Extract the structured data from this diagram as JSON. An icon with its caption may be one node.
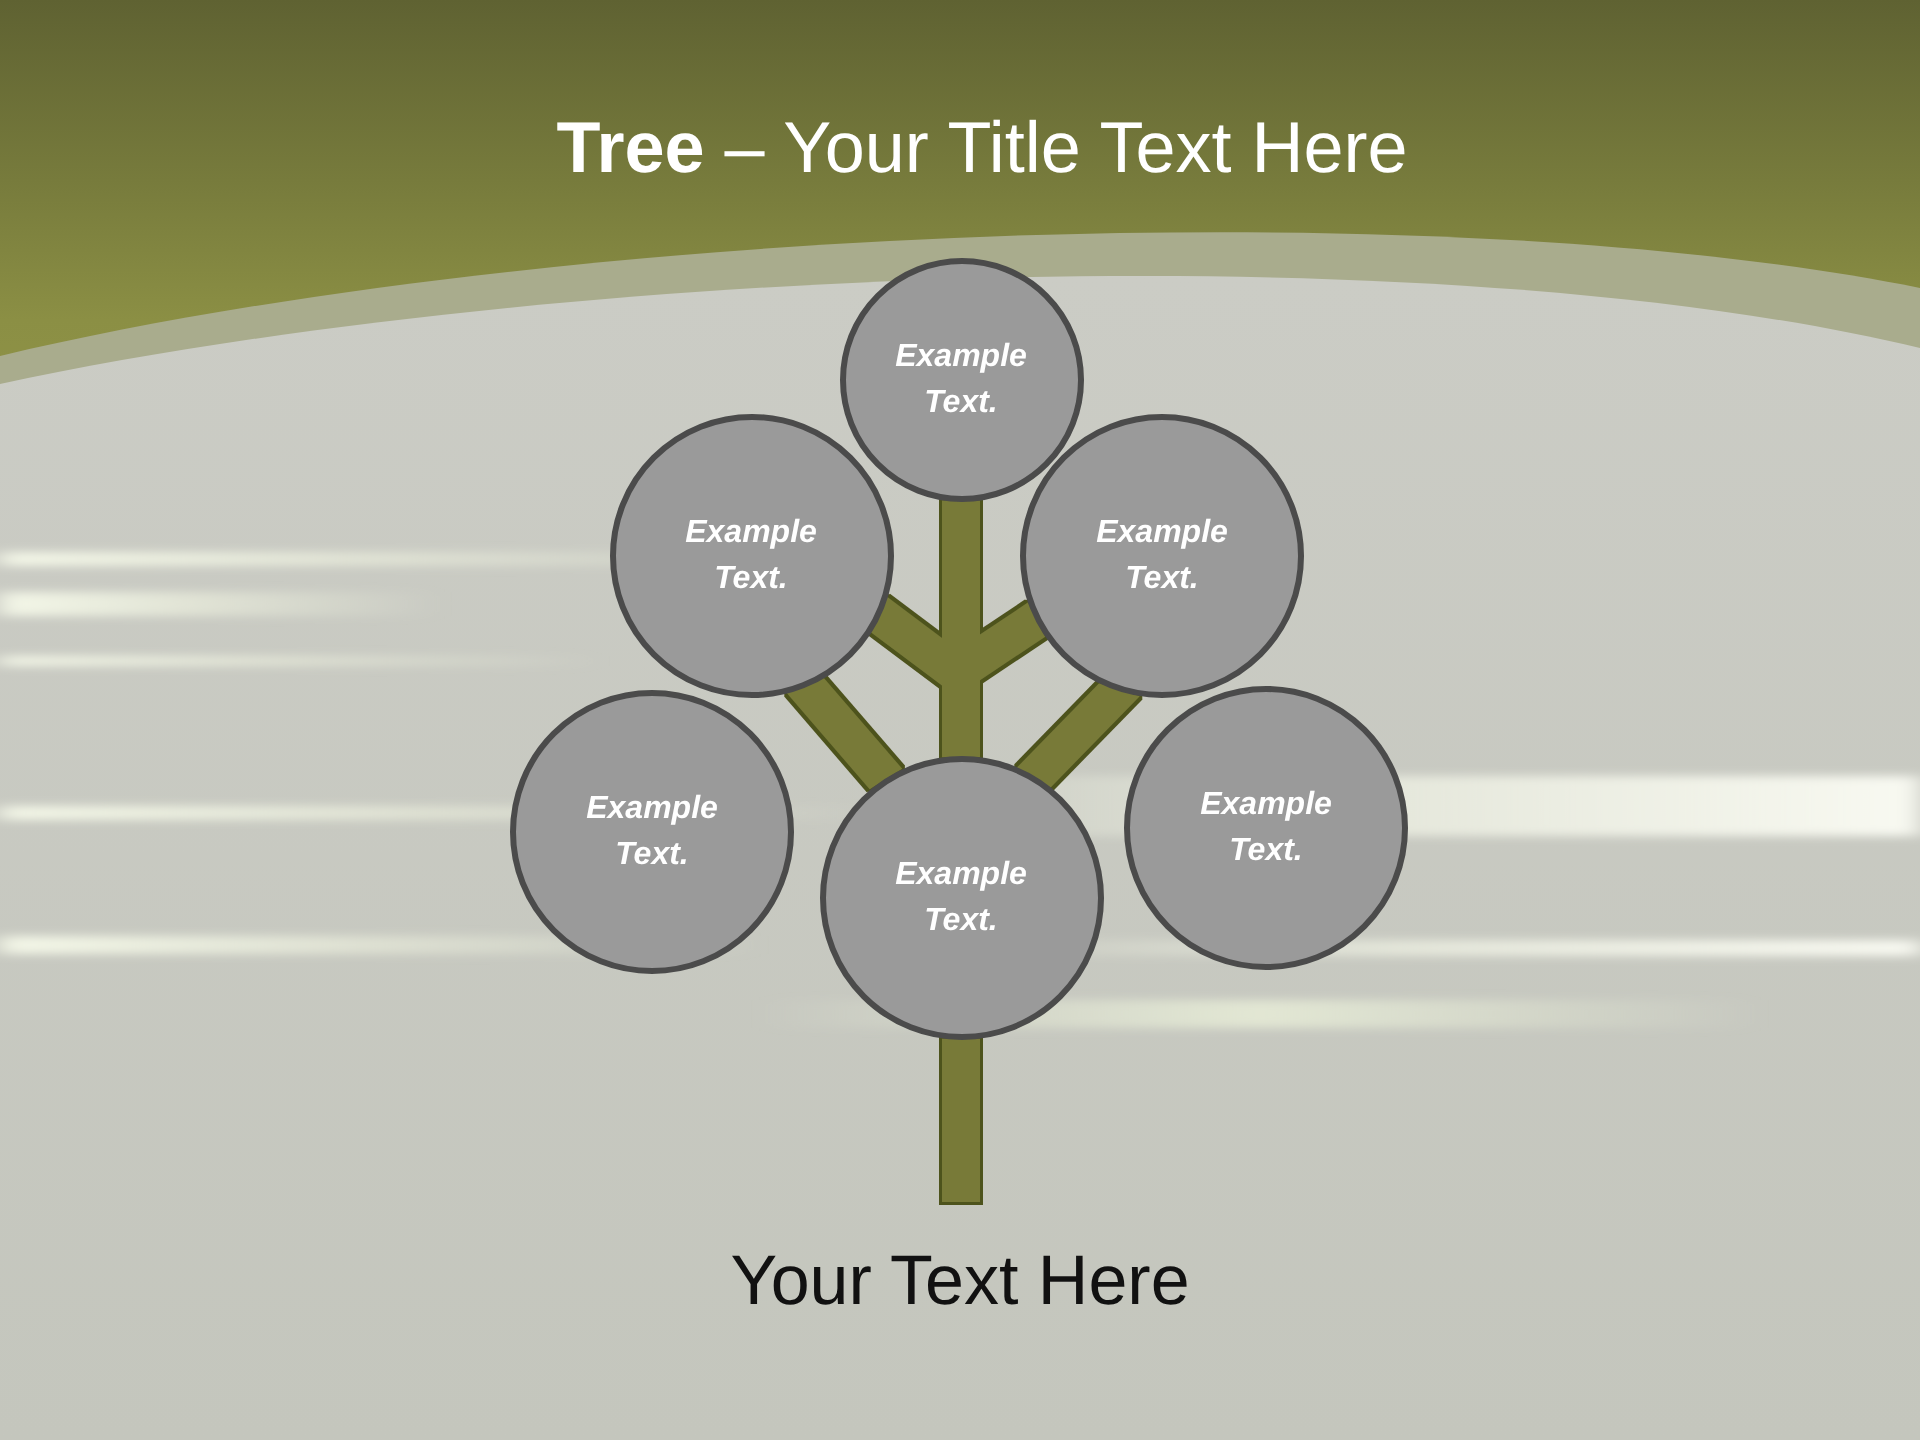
{
  "diagram": {
    "title": "**Tree** – Your Title Text Here",
    "caption": "Your Text Here",
    "nodes": [
      {
        "text": [
          "Example Text."
        ]
      },
      {
        "text": [
          "Example Text."
        ]
      },
      {
        "text": [
          "Example Text."
        ]
      },
      {
        "text": [
          "Example Text."
        ]
      },
      {
        "text": [
          "Example Text."
        ]
      },
      {
        "text": [
          "Example Text."
        ]
      }
    ],
    "edges": [
      {
        "from": null,
        "to": 4,
        "arrow": "none"
      },
      {
        "from": 4,
        "to": 0,
        "arrow": "none"
      },
      {
        "from": 4,
        "to": 1,
        "arrow": "none"
      },
      {
        "from": 4,
        "to": 2,
        "arrow": "none"
      },
      {
        "from": 4,
        "to": 1,
        "arrow": "none"
      },
      {
        "from": 4,
        "to": 2,
        "arrow": "none"
      }
    ]
  }
}
